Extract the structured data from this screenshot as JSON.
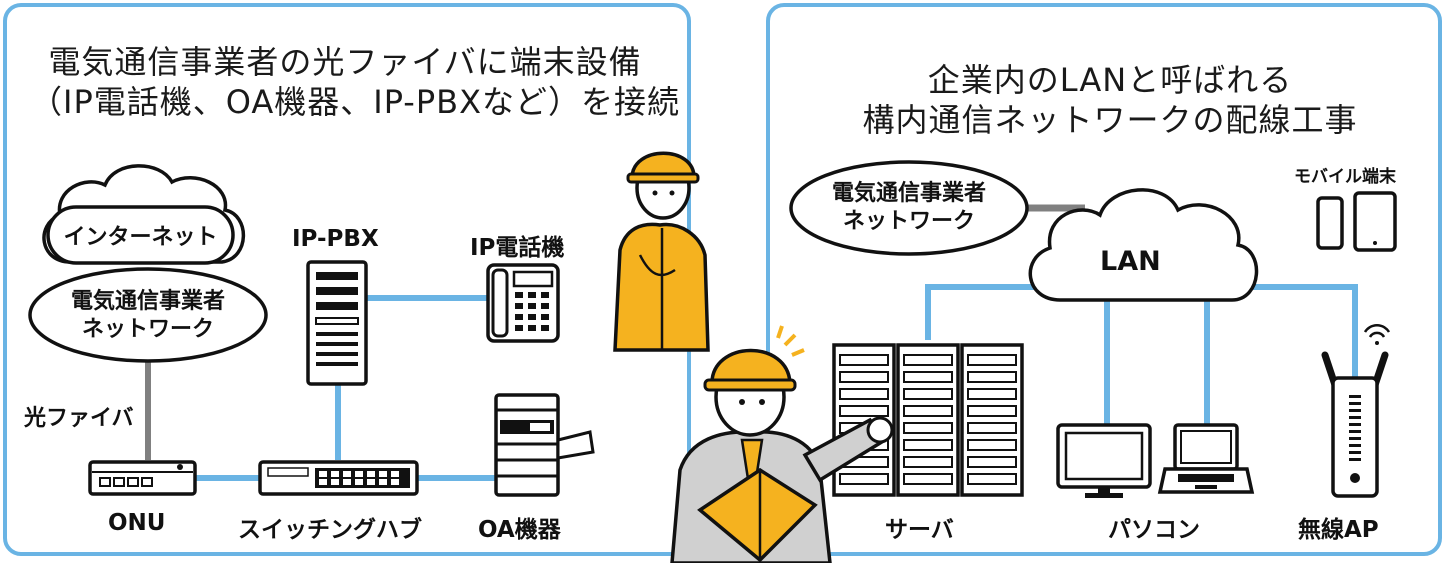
{
  "left": {
    "title_line1": "電気通信事業者の光ファイバに端末設備",
    "title_line2": "（IP電話機、OA機器、IP-PBXなど）を接続",
    "cloud_internet": "インターネット",
    "cloud_carrier_line1": "電気通信事業者",
    "cloud_carrier_line2": "ネットワーク",
    "fiber": "光ファイバ",
    "ip_pbx": "IP-PBX",
    "ip_phone": "IP電話機",
    "onu": "ONU",
    "switch_hub": "スイッチングハブ",
    "oa": "OA機器"
  },
  "right": {
    "title_line1": "企業内のLANと呼ばれる",
    "title_line2": "構内通信ネットワークの配線工事",
    "carrier_line1": "電気通信事業者",
    "carrier_line2": "ネットワーク",
    "lan": "LAN",
    "mobile": "モバイル端末",
    "server": "サーバ",
    "pc": "パソコン",
    "ap": "無線AP"
  },
  "colors": {
    "frame": "#6ab4e4",
    "wire_blue": "#6ab4e4",
    "wire_gray": "#808080",
    "helmet": "#f5b21f",
    "outline": "#111111"
  }
}
